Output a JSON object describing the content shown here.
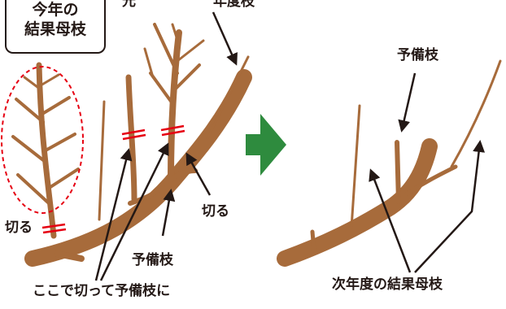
{
  "left_panel": {
    "callout_line1": "今年の",
    "callout_line2": "結果母枝",
    "top_label_partial_left": "元",
    "top_label_partial_right": "年度枝",
    "cut_label_left": "切る",
    "cut_label_right": "切る",
    "spare_branch_label": "予備枝",
    "bottom_caption": "ここで切って予備枝に"
  },
  "right_panel": {
    "spare_branch_label": "予備枝",
    "bottom_caption": "次年度の結果母枝"
  },
  "colors": {
    "branch": "#a76b3b",
    "branch_dark": "#8a5528",
    "arrow": "#2e8b3e",
    "cut_mark": "#e60012",
    "ellipse": "#e60012",
    "text": "#231815"
  }
}
